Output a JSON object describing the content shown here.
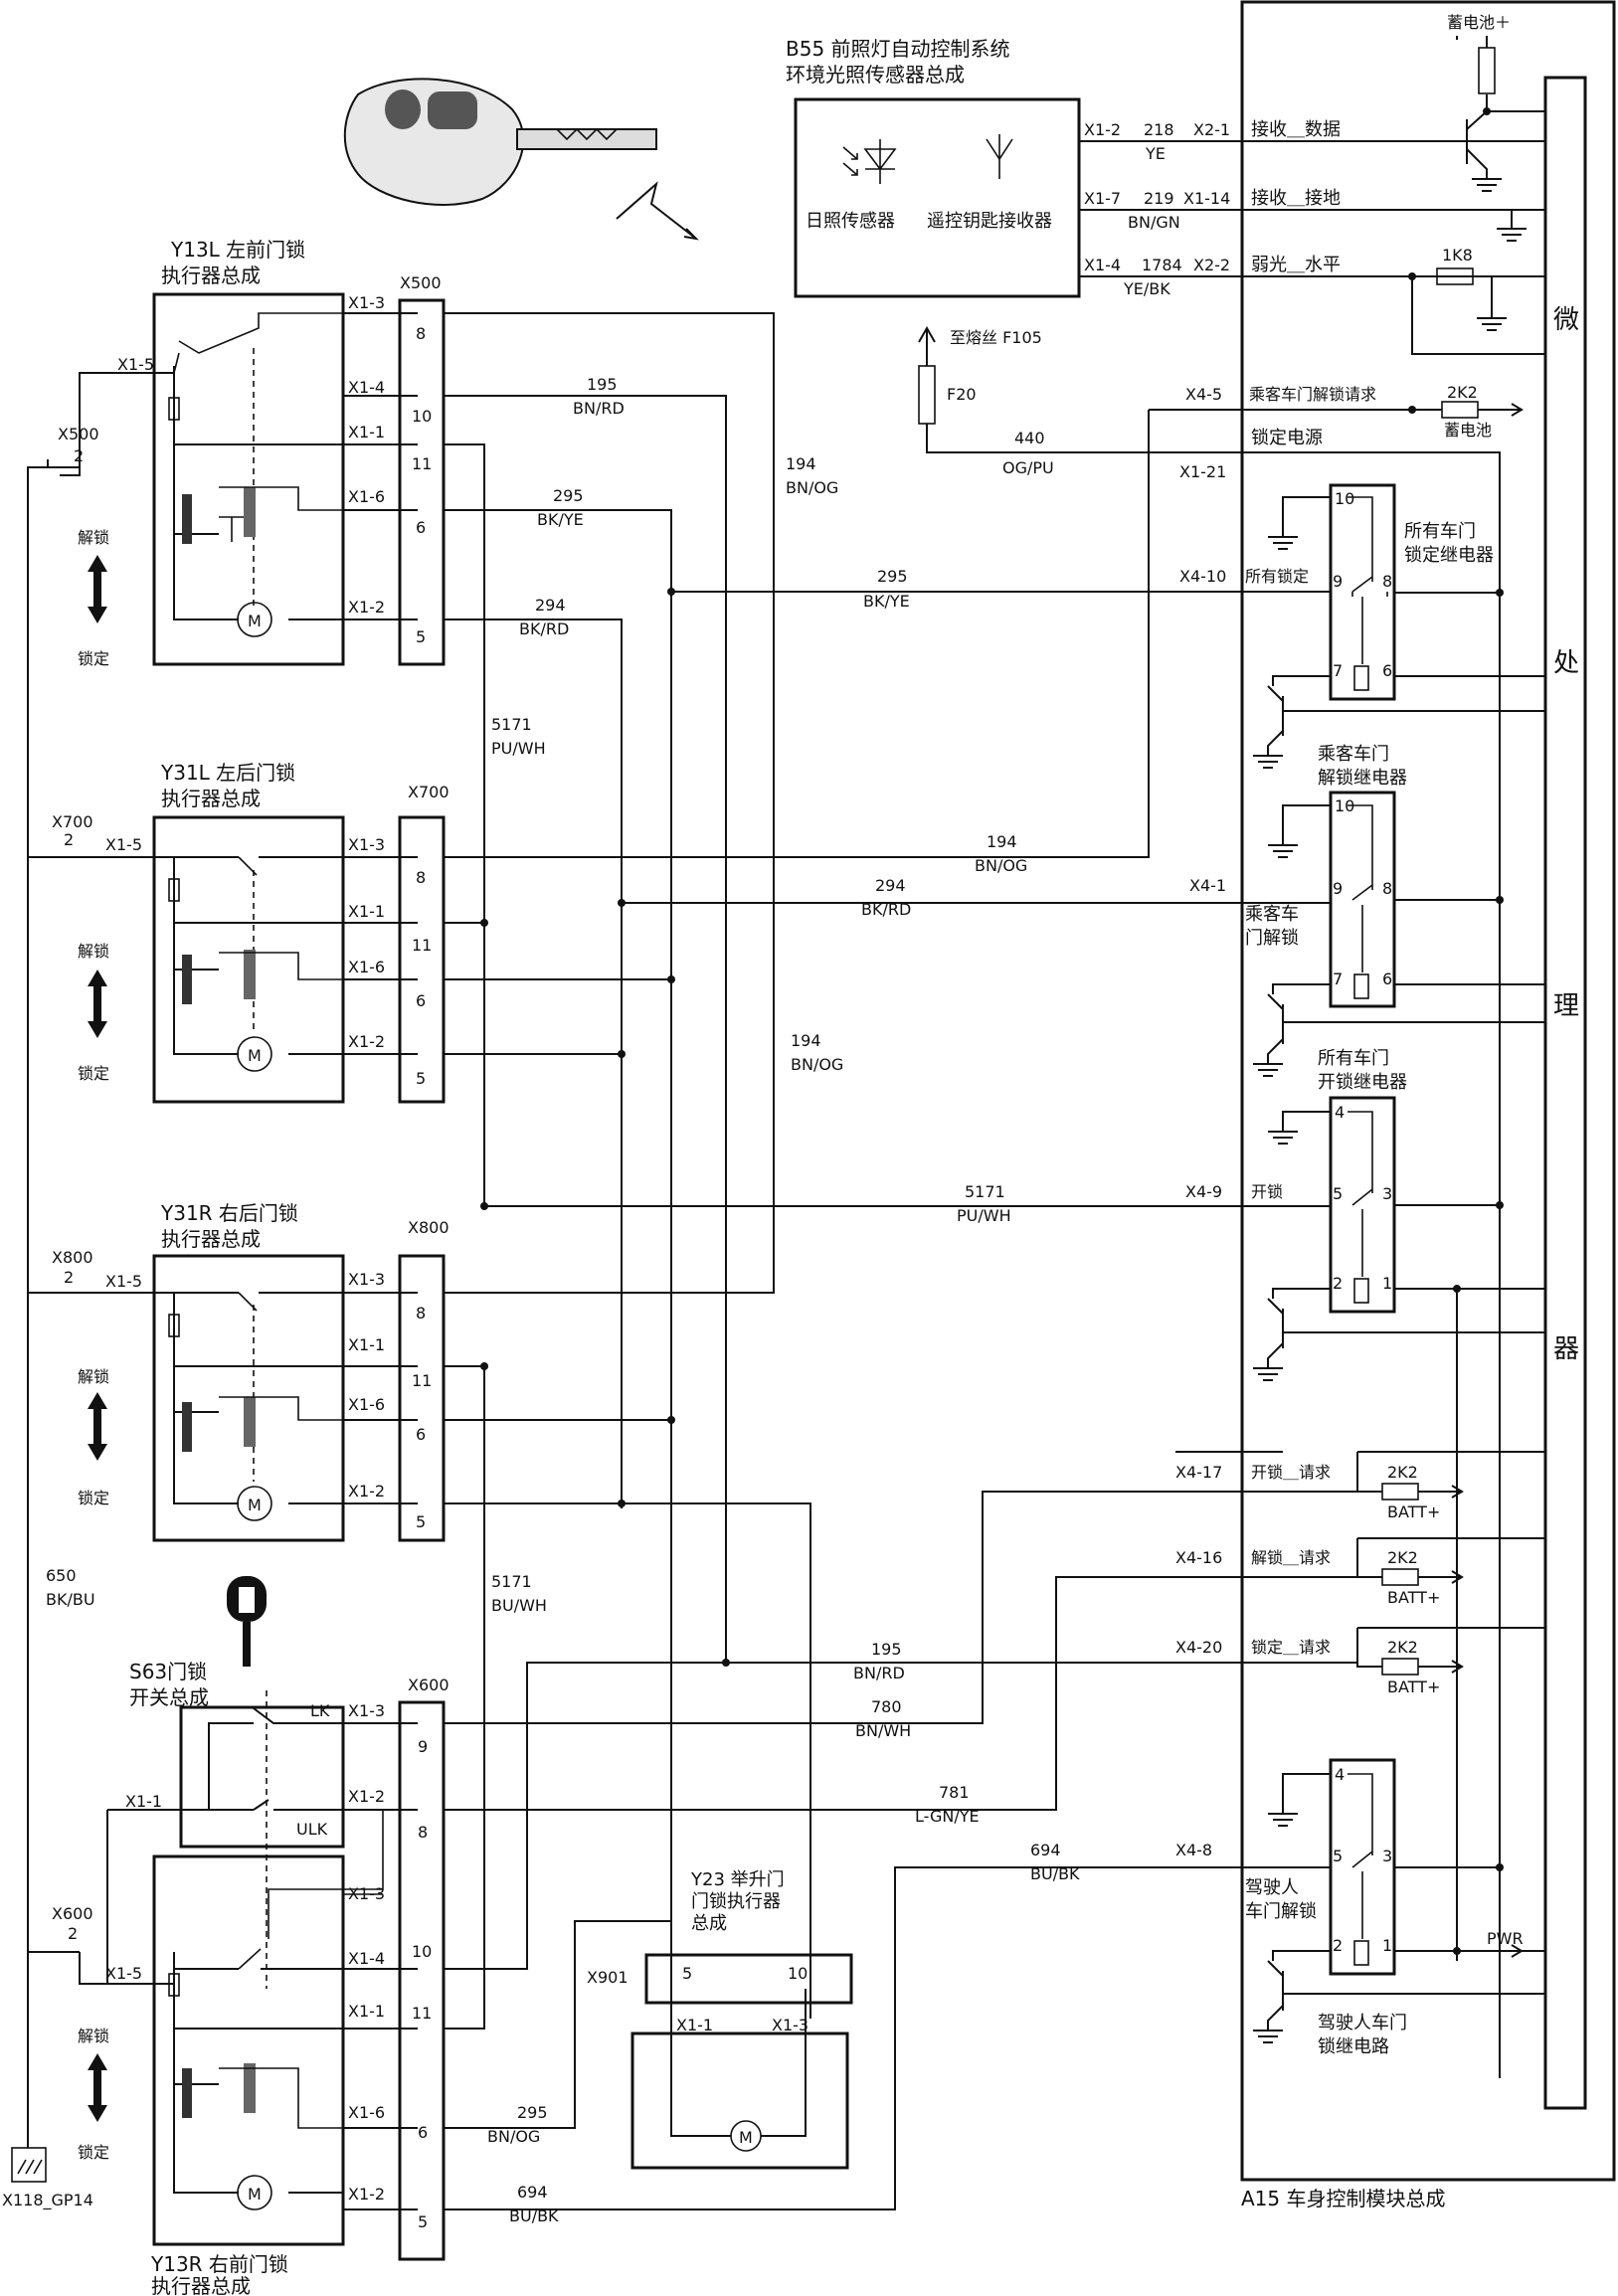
{
  "modules": {
    "y13l": {
      "title1": "Y13L 左前门锁",
      "title2": "执行器总成"
    },
    "y31l": {
      "title1": "Y31L 左后门锁",
      "title2": "执行器总成"
    },
    "y31r": {
      "title1": "Y31R 右后门锁",
      "title2": "执行器总成"
    },
    "y13r": {
      "title1": "Y13R 右前门锁",
      "title2": "执行器总成"
    },
    "s63": {
      "title1": "S63门锁",
      "title2": "开关总成",
      "lk": "LK",
      "ulk": "ULK"
    },
    "y23": {
      "title1": "Y23 举升门",
      "title2": "门锁执行器",
      "title3": "总成",
      "conn": "X901",
      "p5": "5",
      "p10": "10",
      "x11": "X1-1",
      "x13": "X1-3"
    },
    "b55": {
      "title1": "B55 前照灯自动控制系统",
      "title2": "环境光照传感器总成",
      "sensor": "日照传感器",
      "receiver": "遥控钥匙接收器"
    },
    "a15": {
      "title": "A15 车身控制模块总成",
      "mcu": [
        "微",
        "处",
        "理",
        "器"
      ]
    }
  },
  "lock_labels": {
    "unlock": "解锁",
    "lock": "锁定",
    "motor": "M"
  },
  "connectors": {
    "x500": "X500",
    "x700": "X700",
    "x800": "X800",
    "x600": "X600",
    "pin2": "2",
    "x118": "X118_GP14"
  },
  "pins": {
    "x13": "X1-3",
    "x14": "X1-4",
    "x11": "X1-1",
    "x16": "X1-6",
    "x12": "X1-2",
    "x15": "X1-5",
    "p8": "8",
    "p10": "10",
    "p11": "11",
    "p6": "6",
    "p5": "5",
    "p9": "9"
  },
  "wires": {
    "w195": {
      "num": "195",
      "color": "BN/RD"
    },
    "w194": {
      "num": "194",
      "color": "BN/OG"
    },
    "w295": {
      "num": "295",
      "color": "BK/YE"
    },
    "w294": {
      "num": "294",
      "color": "BK/RD"
    },
    "w5171a": {
      "num": "5171",
      "color": "PU/WH"
    },
    "w5171b": {
      "num": "5171",
      "color": "BU/WH"
    },
    "w650": {
      "num": "650",
      "color": "BK/BU"
    },
    "w780": {
      "num": "780",
      "color": "BN/WH"
    },
    "w781": {
      "num": "781",
      "color": "L-GN/YE"
    },
    "w694": {
      "num": "694",
      "color": "BU/BK"
    },
    "w440": {
      "num": "440",
      "color": "OG/PU"
    },
    "w218": {
      "num": "218",
      "color": "YE"
    },
    "w219": {
      "num": "219",
      "color": "BN/GN"
    },
    "w1784": {
      "num": "1784",
      "color": "YE/BK"
    }
  },
  "b55_pins": {
    "a1": "X1-2",
    "a2": "X1-7",
    "a3": "X1-4",
    "b1": "X2-1",
    "b2": "X1-14",
    "b3": "X2-2"
  },
  "bcm": {
    "rx_data": "接收＿数据",
    "rx_gnd": "接收＿接地",
    "dim_level": "弱光＿水平",
    "res_1k8": "1K8",
    "battery_plus": "蓄电池＋",
    "fuse": "至熔丝 F105",
    "f20": "F20",
    "x45": "X4-5",
    "pass_unlock_req": "乘客车门解锁请求",
    "res_2k2": "2K2",
    "battery": "蓄电池",
    "lock_power": "锁定电源",
    "x121": "X1-21",
    "x410": "X4-10",
    "all_lock": "所有锁定",
    "relay1": [
      "所有车门",
      "锁定继电器"
    ],
    "relay2": [
      "乘客车门",
      "解锁继电器"
    ],
    "x41": "X4-1",
    "pass_unlock": [
      "乘客车",
      "门解锁"
    ],
    "relay3": [
      "所有车门",
      "开锁继电器"
    ],
    "x49": "X4-9",
    "unlock_txt": "开锁",
    "x417": "X4-17",
    "unlock_req": "开锁＿请求",
    "x416": "X4-16",
    "unlock_req2": "解锁＿请求",
    "x420": "X4-20",
    "lock_req": "锁定＿请求",
    "batt": "BATT+",
    "x48": "X4-8",
    "driver_unlock": [
      "驾驶人",
      "车门解锁"
    ],
    "relay4": [
      "驾驶人车门",
      "锁继电路"
    ],
    "pwr": "PWR",
    "r10": "10",
    "r9": "9",
    "r8": "8",
    "r7": "7",
    "r6": "6",
    "r4": "4",
    "r5": "5",
    "r3": "3",
    "r2": "2",
    "r1": "1"
  }
}
